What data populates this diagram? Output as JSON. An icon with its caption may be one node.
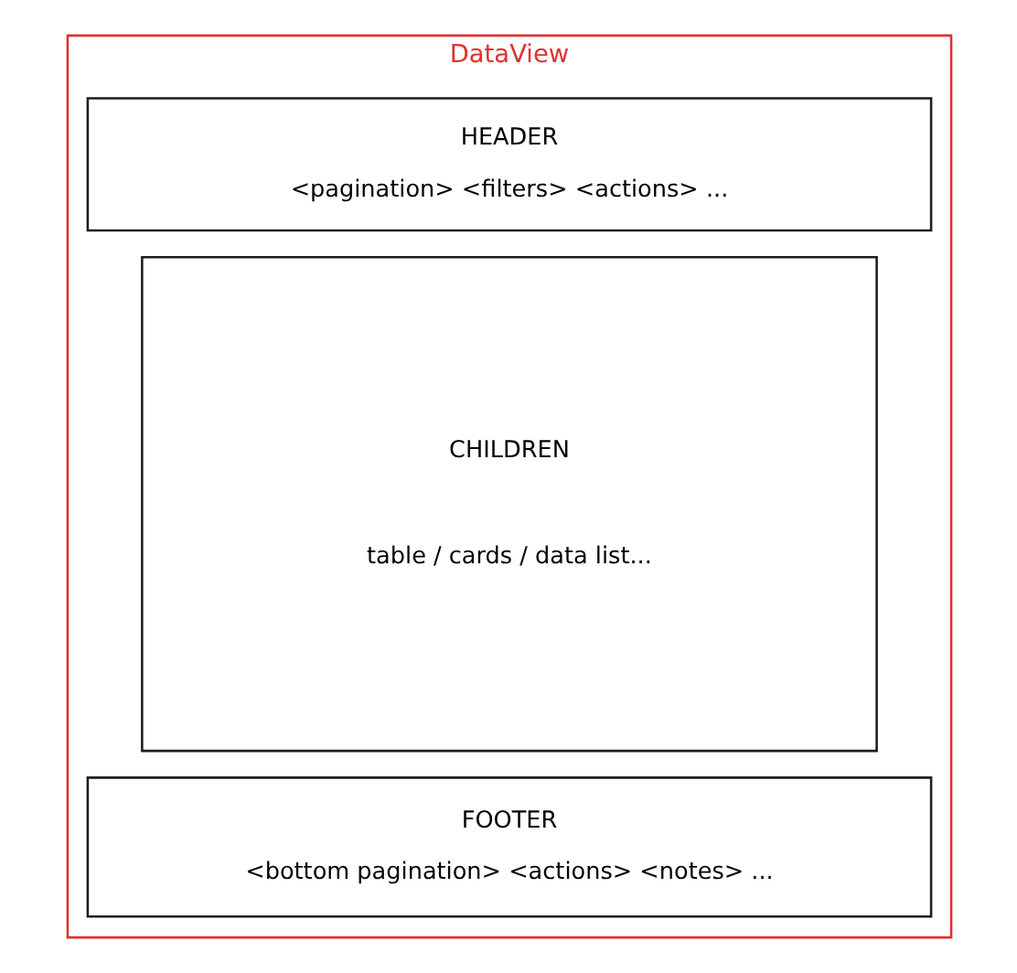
{
  "diagram": {
    "nodes": [
      {
        "text": [
          "DataView"
        ]
      },
      {
        "text": [
          "HEADER",
          "<pagination> <filters> <actions> ..."
        ],
        "in": 0
      },
      {
        "text": [
          "CHILDREN",
          "table / cards / data list..."
        ],
        "in": 0
      },
      {
        "text": [
          "FOOTER",
          "<bottom pagination> <actions> <notes> ..."
        ],
        "in": 0
      }
    ]
  }
}
